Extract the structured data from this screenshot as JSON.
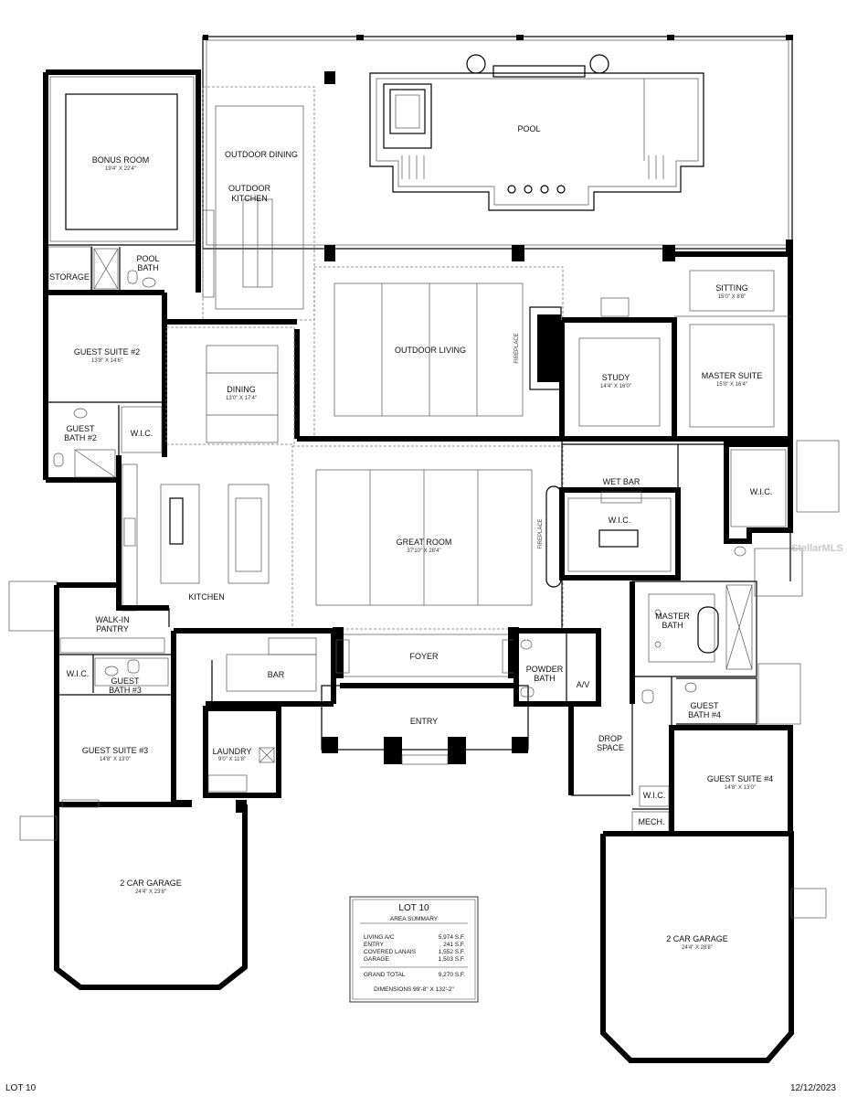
{
  "rooms": {
    "pool": "POOL",
    "bonus_room": "BONUS ROOM",
    "bonus_room_dim": "19'4\" X 22'4\"",
    "outdoor_dining": "OUTDOOR DINING",
    "outdoor_kitchen_1": "OUTDOOR",
    "outdoor_kitchen_2": "KITCHEN",
    "storage": "STORAGE",
    "pool_bath_1": "POOL",
    "pool_bath_2": "BATH",
    "sitting": "SITTING",
    "sitting_dim": "15'0\" X 8'8\"",
    "guest_suite_2": "GUEST SUITE #2",
    "guest_suite_2_dim": "13'8\" X 14'6\"",
    "outdoor_living": "OUTDOOR LIVING",
    "fireplace_1": "FIREPLACE",
    "study": "STUDY",
    "study_dim": "14'4\" X 16'0\"",
    "master_suite": "MASTER SUITE",
    "master_suite_dim": "15'0\" X 16'4\"",
    "dining": "DINING",
    "dining_dim": "13'0\" X 17'4\"",
    "guest_bath_2_1": "GUEST",
    "guest_bath_2_2": "BATH #2",
    "wic_1": "W.I.C.",
    "wet_bar": "WET BAR",
    "wic_2": "W.I.C.",
    "wic_3": "W.I.C.",
    "great_room": "GREAT ROOM",
    "great_room_dim": "37'10\" X 28'4\"",
    "fireplace_2": "FIREPLACE",
    "kitchen": "KITCHEN",
    "master_bath_1": "MASTER",
    "master_bath_2": "BATH",
    "walk_in_pantry_1": "WALK-IN",
    "walk_in_pantry_2": "PANTRY",
    "foyer": "FOYER",
    "powder_bath_1": "POWDER",
    "powder_bath_2": "BATH",
    "av": "A/V",
    "wic_4": "W.I.C.",
    "guest_bath_3_1": "GUEST",
    "guest_bath_3_2": "BATH #3",
    "bar": "BAR",
    "guest_bath_4_1": "GUEST",
    "guest_bath_4_2": "BATH #4",
    "entry": "ENTRY",
    "drop_space_1": "DROP",
    "drop_space_2": "SPACE",
    "guest_suite_3": "GUEST SUITE #3",
    "guest_suite_3_dim": "14'8\" X 13'0\"",
    "laundry": "LAUNDRY",
    "laundry_dim": "9'0\" X 11'8\"",
    "guest_suite_4": "GUEST SUITE #4",
    "guest_suite_4_dim": "14'8\" X 13'0\"",
    "wic_5": "W.I.C.",
    "mech": "MECH.",
    "garage_left": "2 CAR GARAGE",
    "garage_left_dim": "24'4\" X 23'8\"",
    "garage_right": "2 CAR GARAGE",
    "garage_right_dim": "24'4\" X 28'8\""
  },
  "summary": {
    "title": "LOT 10",
    "subtitle": "AREA SUMMARY",
    "rows": [
      {
        "label": "LIVING A/C",
        "value": "5,974 S.F."
      },
      {
        "label": "ENTRY",
        "value": "241 S.F."
      },
      {
        "label": "COVERED LANAIS",
        "value": "1,552 S.F."
      },
      {
        "label": "GARAGE",
        "value": "1,503 S.F."
      }
    ],
    "total_label": "GRAND TOTAL",
    "total_value": "9,270 S.F.",
    "dimensions": "DIMENSIONS 99'-8\" X 132'-2\""
  },
  "footer": {
    "left": "LOT 10",
    "right": "12/12/2023"
  },
  "watermark": "StellarMLS"
}
